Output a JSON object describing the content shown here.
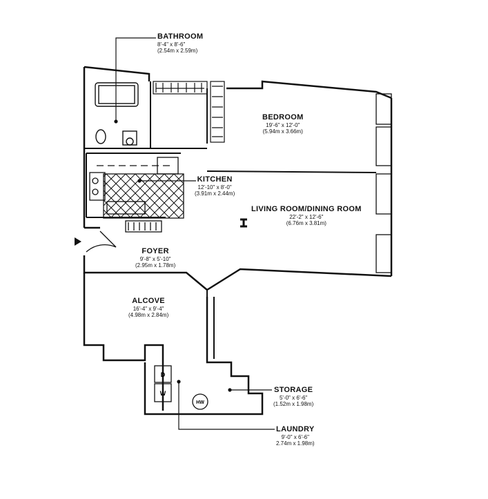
{
  "rooms": {
    "bathroom": {
      "name": "BATHROOM",
      "dim_imperial": "8'-4\" x 8'-6\"",
      "dim_metric": "(2.54m x 2.59m)"
    },
    "bedroom": {
      "name": "BEDROOM",
      "dim_imperial": "19'-6\" x 12'-0\"",
      "dim_metric": "(5.94m x 3.66m)"
    },
    "kitchen": {
      "name": "KITCHEN",
      "dim_imperial": "12'-10\" x 8'-0\"",
      "dim_metric": "(3.91m x 2.44m)"
    },
    "living": {
      "name": "LIVING ROOM/DINING ROOM",
      "dim_imperial": "22'-2\" x 12'-6\"",
      "dim_metric": "(6.76m x 3.81m)"
    },
    "foyer": {
      "name": "FOYER",
      "dim_imperial": "9'-8\" x 5'-10\"",
      "dim_metric": "(2.95m x 1.78m)"
    },
    "alcove": {
      "name": "ALCOVE",
      "dim_imperial": "16'-4\" x 9'-4\"",
      "dim_metric": "(4.98m x 2.84m)"
    },
    "storage": {
      "name": "STORAGE",
      "dim_imperial": "5'-0\" x 6'-6\"",
      "dim_metric": "(1.52m x 1.98m)"
    },
    "laundry": {
      "name": "LAUNDRY",
      "dim_imperial": "9'-0\" x 6'-6\"",
      "dim_metric": "2.74m x 1.98m)"
    }
  },
  "fixtures": {
    "dryer": "D",
    "washer": "W",
    "water_heater": "HW"
  }
}
